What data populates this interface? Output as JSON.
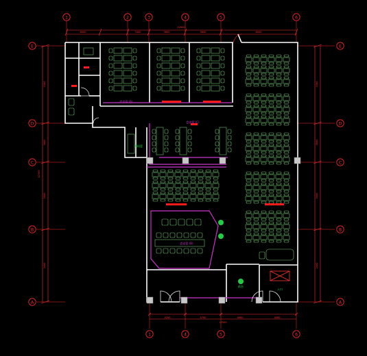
{
  "drawing": {
    "background": "#000000",
    "colors": {
      "wall": "#ffffff",
      "dimension": "#ff3333",
      "grid": "#ff2a2a",
      "furniture": "#6fbf6f",
      "partition": "#cc33cc",
      "label_bar": "#ff1a1a",
      "column": "#c8c8c8",
      "plant": "#22cc44",
      "door": "#e8e8e8",
      "stair": "#ff3333"
    },
    "axes_top": [
      "1",
      "2",
      "3",
      "4",
      "5",
      "6"
    ],
    "axes_bottom": [
      "1",
      "4",
      "5",
      "6"
    ],
    "axes_left": [
      "E",
      "D",
      "C",
      "B",
      "A"
    ],
    "axes_right": [
      "E",
      "D",
      "C",
      "B",
      "A"
    ],
    "dim_top_segments": [
      "6000",
      "3400",
      "3600",
      "3600",
      "6000"
    ],
    "dim_top_total": "22600",
    "dim_bottom_segments": [
      "4200",
      "4700",
      "4600",
      "4000"
    ],
    "dim_bottom_total": "17500",
    "dim_left_segments": [
      "3300",
      "3600",
      "3000",
      "2400"
    ],
    "dim_left_total": "12300",
    "dim_right_segments": [
      "3300",
      "3600",
      "3000",
      "2400"
    ],
    "room_labels": {
      "meeting_a": "会议室 (A)",
      "meeting_b": "会议室 (B)",
      "meeting_c": "会议室 (C)",
      "storage": "资料室",
      "reception": "前台",
      "entrance": "入口"
    }
  }
}
